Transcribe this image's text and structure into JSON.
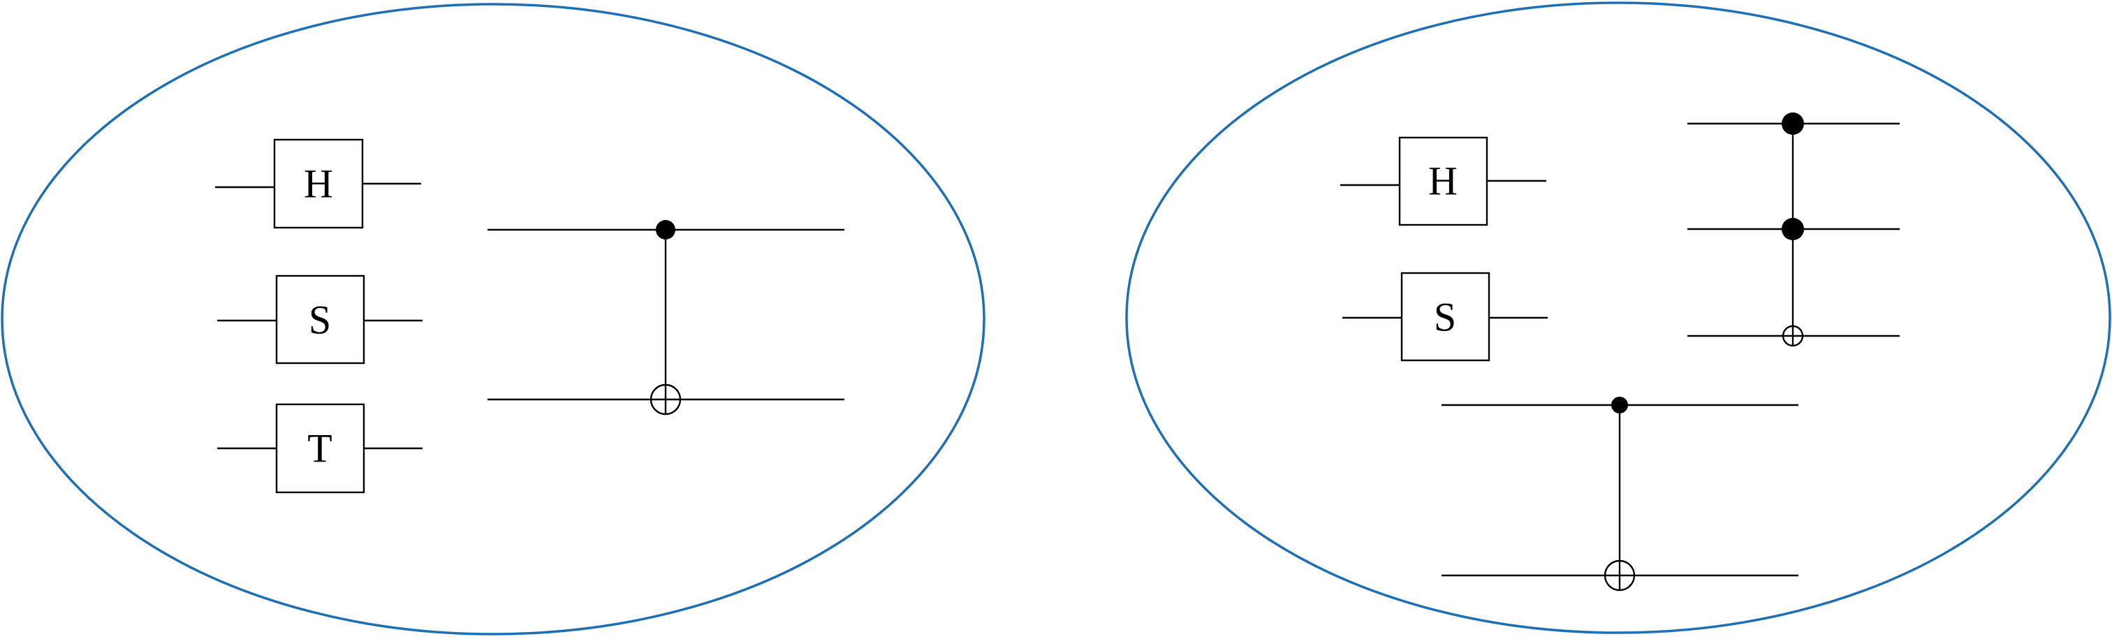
{
  "colors": {
    "ellipse_stroke": "#1f6fb4",
    "line": "#000000"
  },
  "left_set": {
    "gates": [
      {
        "label": "H"
      },
      {
        "label": "S"
      },
      {
        "label": "T"
      }
    ],
    "two_qubit_gate": "CNOT"
  },
  "right_set": {
    "gates": [
      {
        "label": "H"
      },
      {
        "label": "S"
      }
    ],
    "three_qubit_gate": "Toffoli",
    "two_qubit_gate": "CNOT"
  }
}
